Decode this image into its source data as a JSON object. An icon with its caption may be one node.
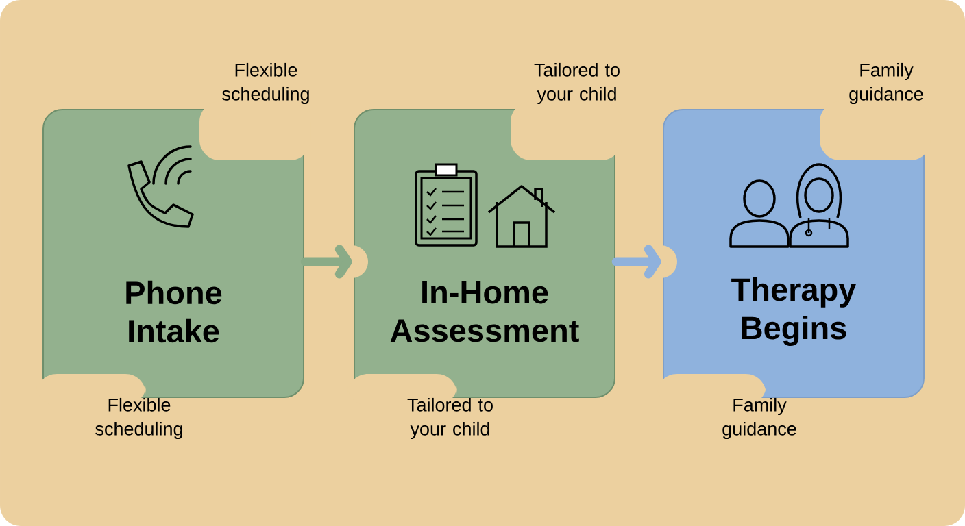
{
  "diagram": {
    "nodes": [
      {
        "text": [
          "Phone Intake"
        ],
        "beside": [
          "Flexible scheduling",
          "Flexible scheduling"
        ]
      },
      {
        "text": [
          "In-Home Assessment"
        ],
        "beside": [
          "Tailored to your child",
          "Tailored to your child"
        ]
      },
      {
        "text": [
          "Therapy Begins"
        ],
        "beside": [
          "Family guidance",
          "Family guidance"
        ]
      }
    ],
    "edges": [
      {
        "from": 0,
        "to": 1,
        "arrow": "to",
        "color": "#8aab87"
      },
      {
        "from": 1,
        "to": 2,
        "arrow": "to",
        "color": "#8fb1dc"
      }
    ]
  }
}
